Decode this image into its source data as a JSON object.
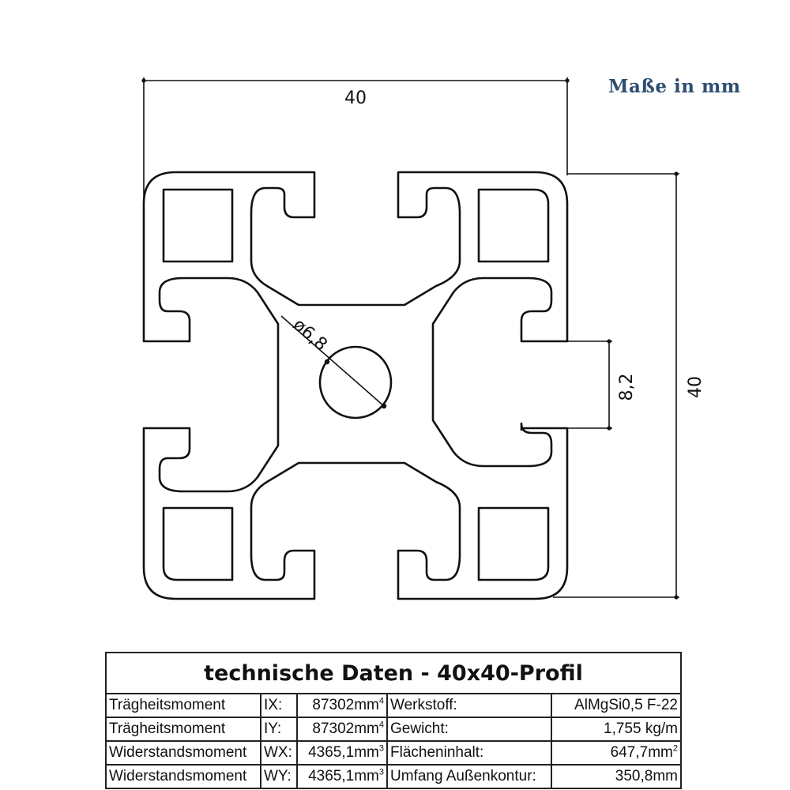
{
  "unit_note": "Maße in mm",
  "dimensions": {
    "width": "40",
    "height": "40",
    "slot": "8,2",
    "bore": "ø6,8"
  },
  "table": {
    "title": "technische Daten - 40x40-Profil",
    "rows": [
      {
        "name": "Trägheitsmoment",
        "symbol": "IX:",
        "value": "87302mm",
        "value_sup": "4",
        "property": "Werkstoff:",
        "property_value": "AlMgSi0,5 F-22",
        "property_sup": ""
      },
      {
        "name": "Trägheitsmoment",
        "symbol": "IY:",
        "value": "87302mm",
        "value_sup": "4",
        "property": "Gewicht:",
        "property_value": "1,755 kg/m",
        "property_sup": ""
      },
      {
        "name": "Widerstandsmoment",
        "symbol": "WX:",
        "value": "4365,1mm",
        "value_sup": "3",
        "property": "Flächeninhalt:",
        "property_value": "647,7mm",
        "property_sup": "2"
      },
      {
        "name": "Widerstandsmoment",
        "symbol": "WY:",
        "value": "4365,1mm",
        "value_sup": "3",
        "property": "Umfang Außenkontur:",
        "property_value": "350,8mm",
        "property_sup": ""
      }
    ]
  }
}
